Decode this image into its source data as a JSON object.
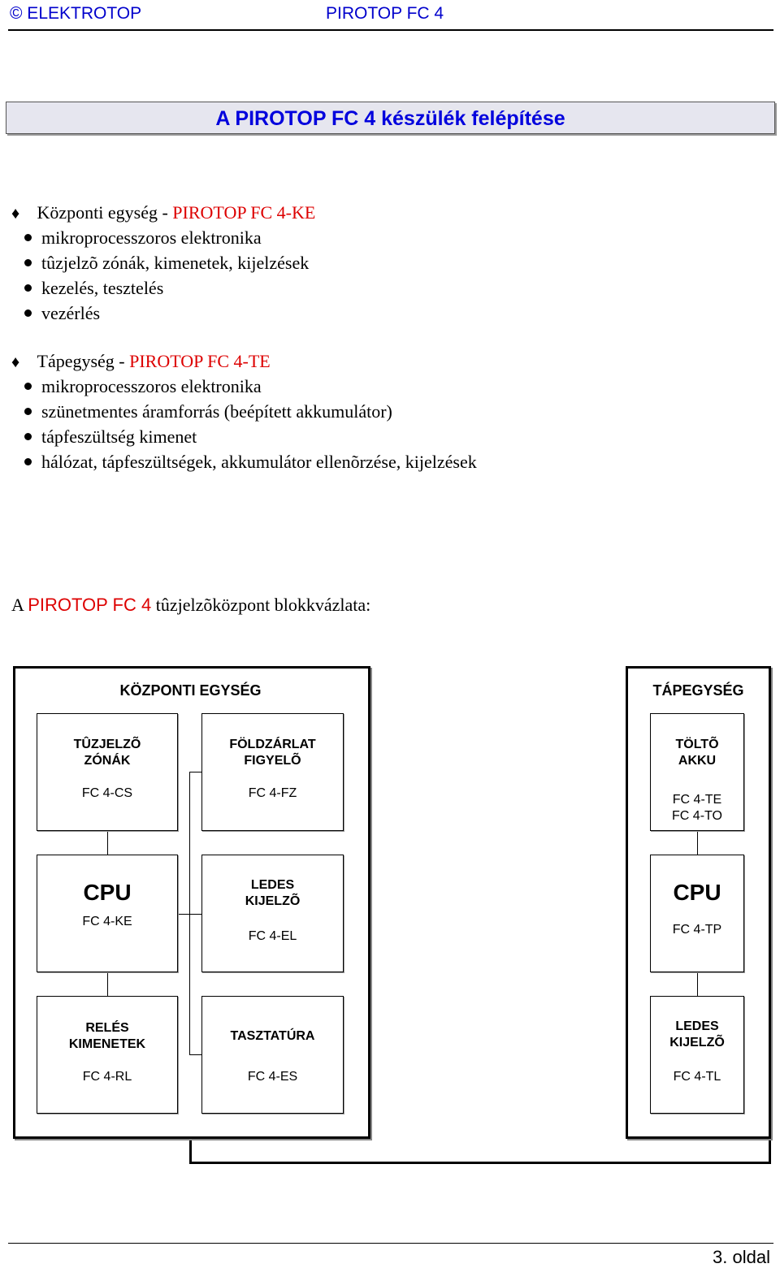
{
  "header": {
    "left": "© ELEKTROTOP",
    "right": "PIROTOP FC 4"
  },
  "title": "A PIROTOP FC 4 készülék felépítése",
  "sections": [
    {
      "heading": "Központi egység - ",
      "heading_red": "PIROTOP FC 4-KE",
      "bullets": [
        "mikroprocesszoros elektronika",
        "tûzjelzõ zónák, kimenetek, kijelzések",
        "kezelés, tesztelés",
        "vezérlés"
      ]
    },
    {
      "heading": "Tápegység - ",
      "heading_red": "PIROTOP FC 4-TE",
      "bullets": [
        "mikroprocesszoros elektronika",
        "szünetmentes áramforrás (beépített akkumulátor)",
        "tápfeszültség kimenet",
        "hálózat, tápfeszültségek, akkumulátor ellenõrzése, kijelzések"
      ]
    }
  ],
  "caption": {
    "pre": "A ",
    "red": "PIROTOP FC 4",
    "post": " tûzjelzõközpont blokkvázlata:"
  },
  "diagram": {
    "central_title": "KÖZPONTI EGYSÉG",
    "power_title": "TÁPEGYSÉG",
    "boxes": {
      "zones": {
        "title1": "TÛZJELZÕ",
        "title2": "ZÓNÁK",
        "code": "FC 4-CS"
      },
      "earth": {
        "title1": "FÖLDZÁRLAT",
        "title2": "FIGYELÕ",
        "code": "FC 4-FZ"
      },
      "cpu_ke": {
        "title": "CPU",
        "code": "FC 4-KE"
      },
      "led_el": {
        "title1": "LEDES",
        "title2": "KIJELZÕ",
        "code": "FC 4-EL"
      },
      "relay": {
        "title1": "RELÉS",
        "title2": "KIMENETEK",
        "code": "FC 4-RL"
      },
      "keys": {
        "title": "TASZTATÚRA",
        "code": "FC 4-ES"
      },
      "charger": {
        "title1": "TÖLTÕ",
        "title2": "AKKU",
        "code1": "FC 4-TE",
        "code2": "FC 4-TO"
      },
      "cpu_tp": {
        "title": "CPU",
        "code": "FC 4-TP"
      },
      "led_tl": {
        "title1": "LEDES",
        "title2": "KIJELZÕ",
        "code": "FC 4-TL"
      }
    }
  },
  "footer": {
    "page": "3. oldal"
  }
}
